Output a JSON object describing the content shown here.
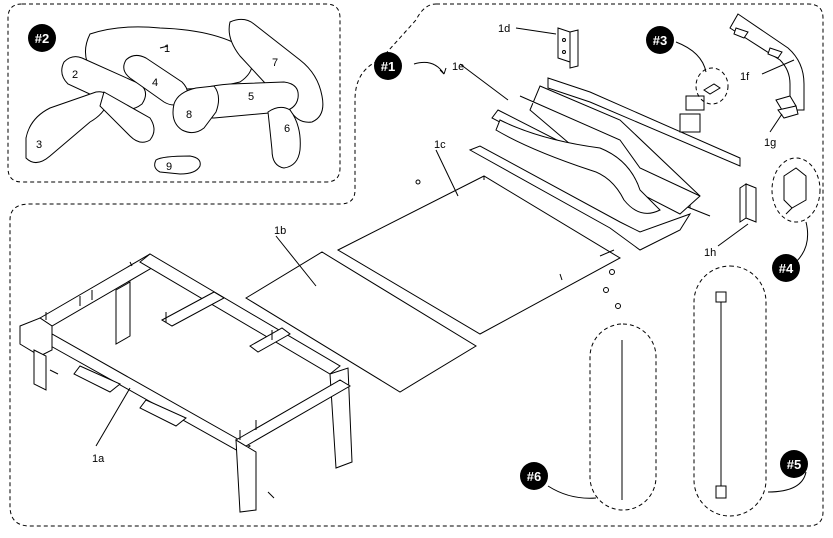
{
  "groups": {
    "g1": "#1",
    "g2": "#2",
    "g3": "#3",
    "g4": "#4",
    "g5": "#5",
    "g6": "#6"
  },
  "parts": {
    "p1a": "1a",
    "p1b": "1b",
    "p1c": "1c",
    "p1d": "1d",
    "p1e": "1e",
    "p1f": "1f",
    "p1g": "1g",
    "p1h": "1h"
  },
  "logs": {
    "l1": "1",
    "l2": "2",
    "l3": "3",
    "l4": "4",
    "l5": "5",
    "l6": "6",
    "l7": "7",
    "l8": "8",
    "l9": "9"
  },
  "colors": {
    "badge": "#000000",
    "line": "#000000",
    "background": "#ffffff"
  }
}
